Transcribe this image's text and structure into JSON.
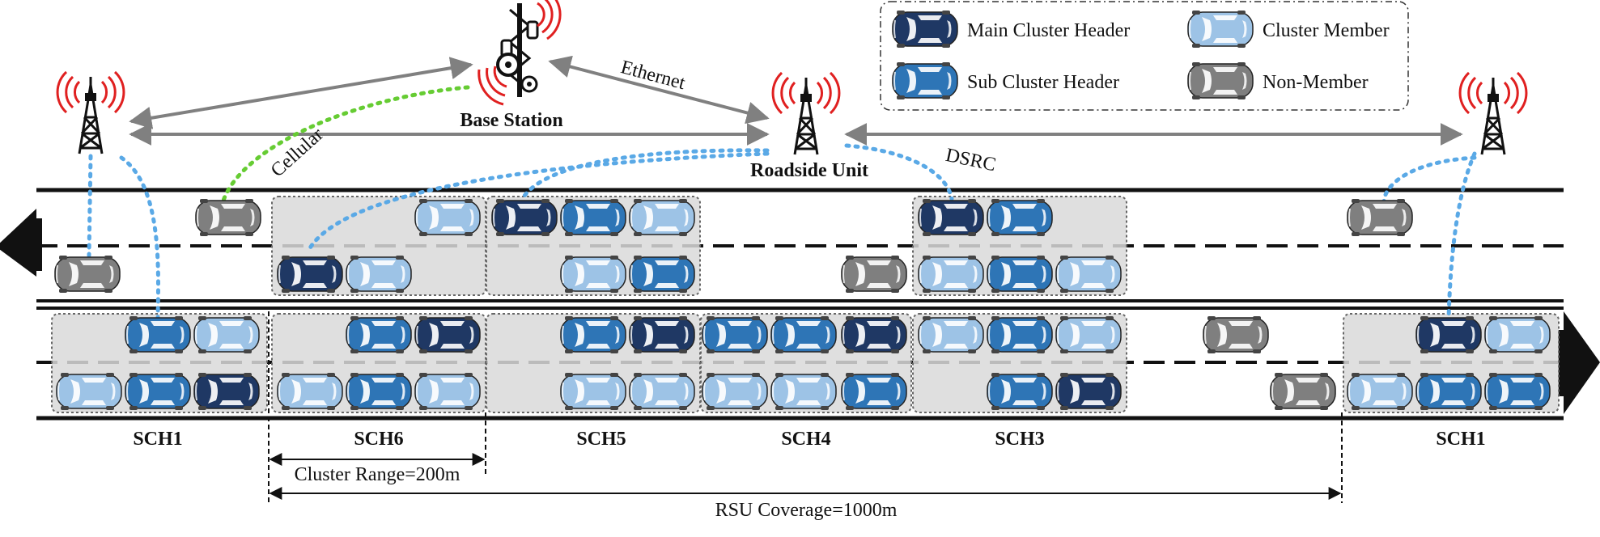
{
  "labels": {
    "base_station": "Base Station",
    "roadside_unit": "Roadside Unit",
    "cellular": "Cellular",
    "ethernet": "Ethernet",
    "dsrc": "DSRC",
    "cluster_range": "Cluster Range=200m",
    "rsu_coverage": "RSU Coverage=1000m"
  },
  "legend": {
    "items": [
      {
        "key": "main",
        "label": "Main Cluster Header"
      },
      {
        "key": "member",
        "label": "Cluster Member"
      },
      {
        "key": "sub",
        "label": "Sub Cluster Header"
      },
      {
        "key": "non",
        "label": "Non-Member"
      }
    ]
  },
  "clusters": [
    {
      "label": "SCH1"
    },
    {
      "label": "SCH6"
    },
    {
      "label": "SCH5"
    },
    {
      "label": "SCH4"
    },
    {
      "label": "SCH3"
    },
    {
      "label": "SCH1"
    }
  ],
  "colors": {
    "main": "#1f3864",
    "sub": "#2e75b6",
    "member": "#9dc3e6",
    "non": "#7f7f7f",
    "dsrc_link": "#5aa9e6",
    "cellular_link": "#66cc33",
    "wired_link": "#808080",
    "signal": "#e02020"
  }
}
